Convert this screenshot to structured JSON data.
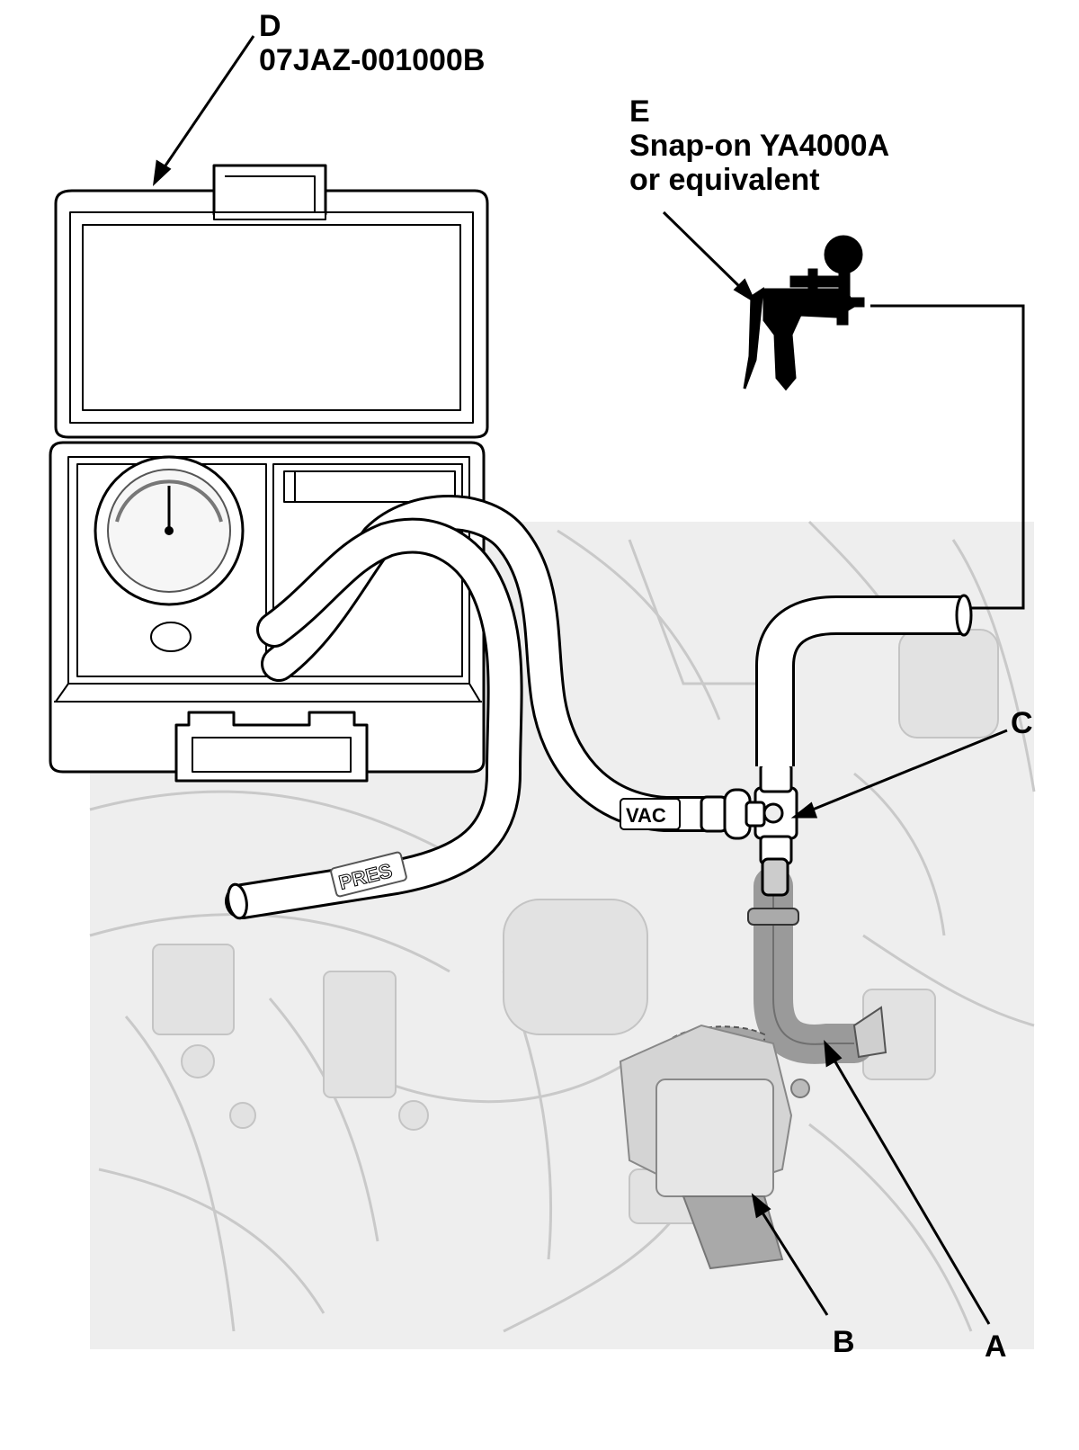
{
  "callouts": {
    "a": {
      "letter": "A"
    },
    "b": {
      "letter": "B"
    },
    "c": {
      "letter": "C"
    },
    "d": {
      "letter": "D",
      "part_number": "07JAZ-001000B"
    },
    "e": {
      "letter": "E",
      "line1": "Snap-on YA4000A",
      "line2": "or equivalent"
    }
  },
  "hose_labels": {
    "vac": "VAC",
    "pres": "PRES"
  },
  "colors": {
    "ink": "#000000",
    "engine_background": "#ececec",
    "engine_lines": "#c8c8c8",
    "highlight_part": "#9a9a9a",
    "paper": "#ffffff"
  }
}
